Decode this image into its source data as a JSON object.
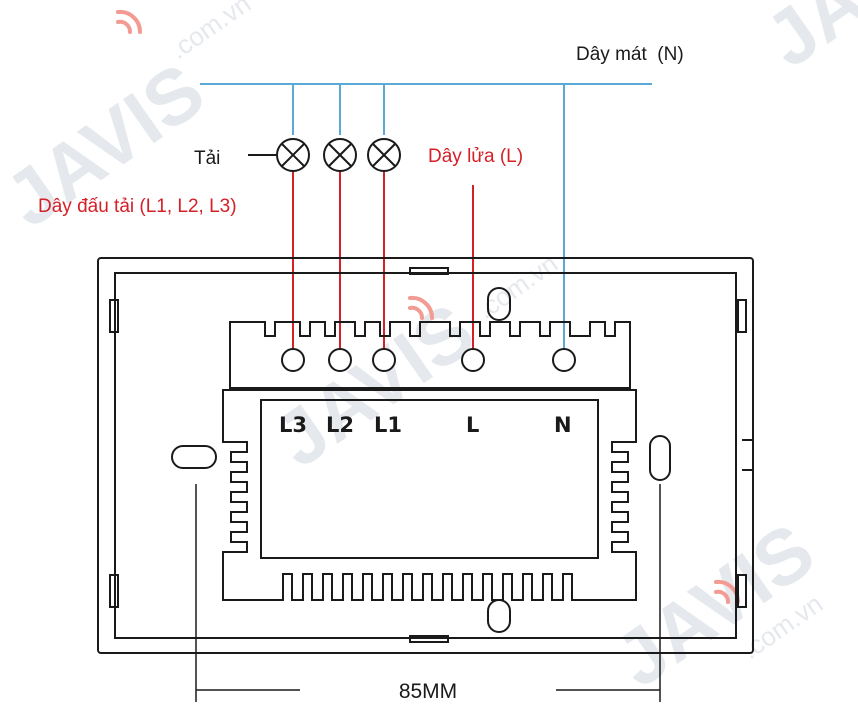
{
  "labels": {
    "neutral_wire": "Dây mát  (N)",
    "load": "Tải",
    "live_wire": "Dây lửa (L)",
    "load_wires": "Dây đấu tải (L1, L2, L3)",
    "dimension": "85MM"
  },
  "terminals": [
    "L3",
    "L2",
    "L1",
    "L",
    "N"
  ],
  "watermark": {
    "brand": "JAVIS",
    "domain": ".com.vn"
  },
  "colors": {
    "neutral": "#5aa9d6",
    "live": "#d42027",
    "outline": "#1a1a1a",
    "label_red": "#d42027",
    "watermark_red": "#e84a3a",
    "watermark_gray": "#cfd6de"
  }
}
